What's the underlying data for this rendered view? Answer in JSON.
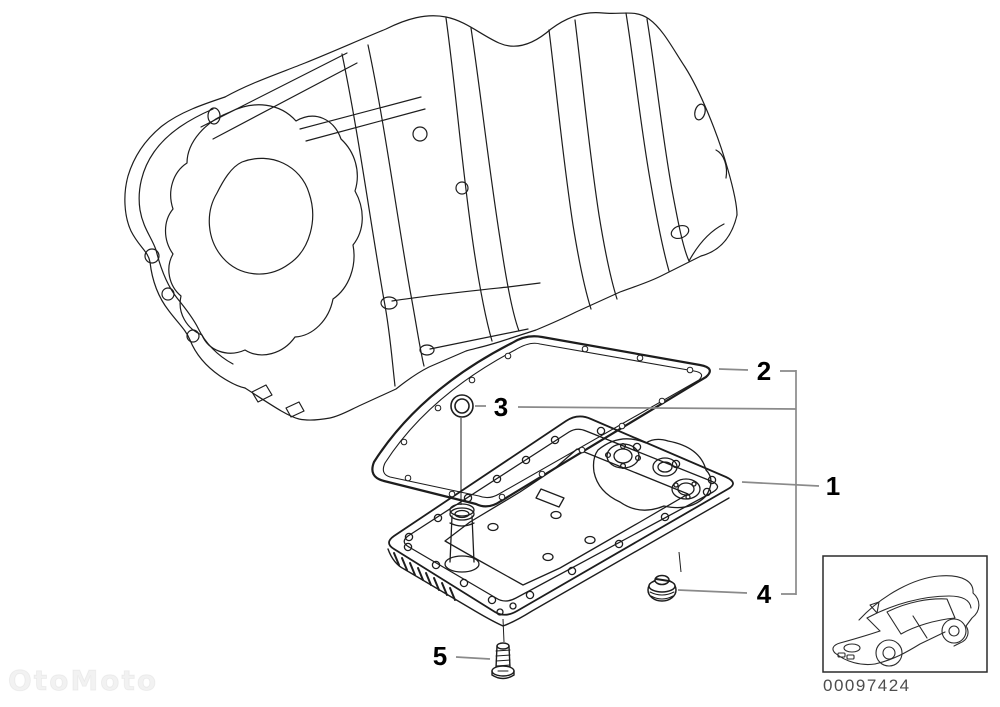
{
  "diagram": {
    "id": "00097424",
    "watermark": "OtoMoto"
  },
  "callouts": [
    {
      "label": "1",
      "part": "oil-pan"
    },
    {
      "label": "2",
      "part": "gasket"
    },
    {
      "label": "3",
      "part": "o-ring"
    },
    {
      "label": "4",
      "part": "drain-plug"
    },
    {
      "label": "5",
      "part": "screw"
    }
  ],
  "colors": {
    "line": "#1d1d1d",
    "callout_line": "#8a8a8a",
    "label": "#000000",
    "id_text": "#4d4d4d"
  }
}
